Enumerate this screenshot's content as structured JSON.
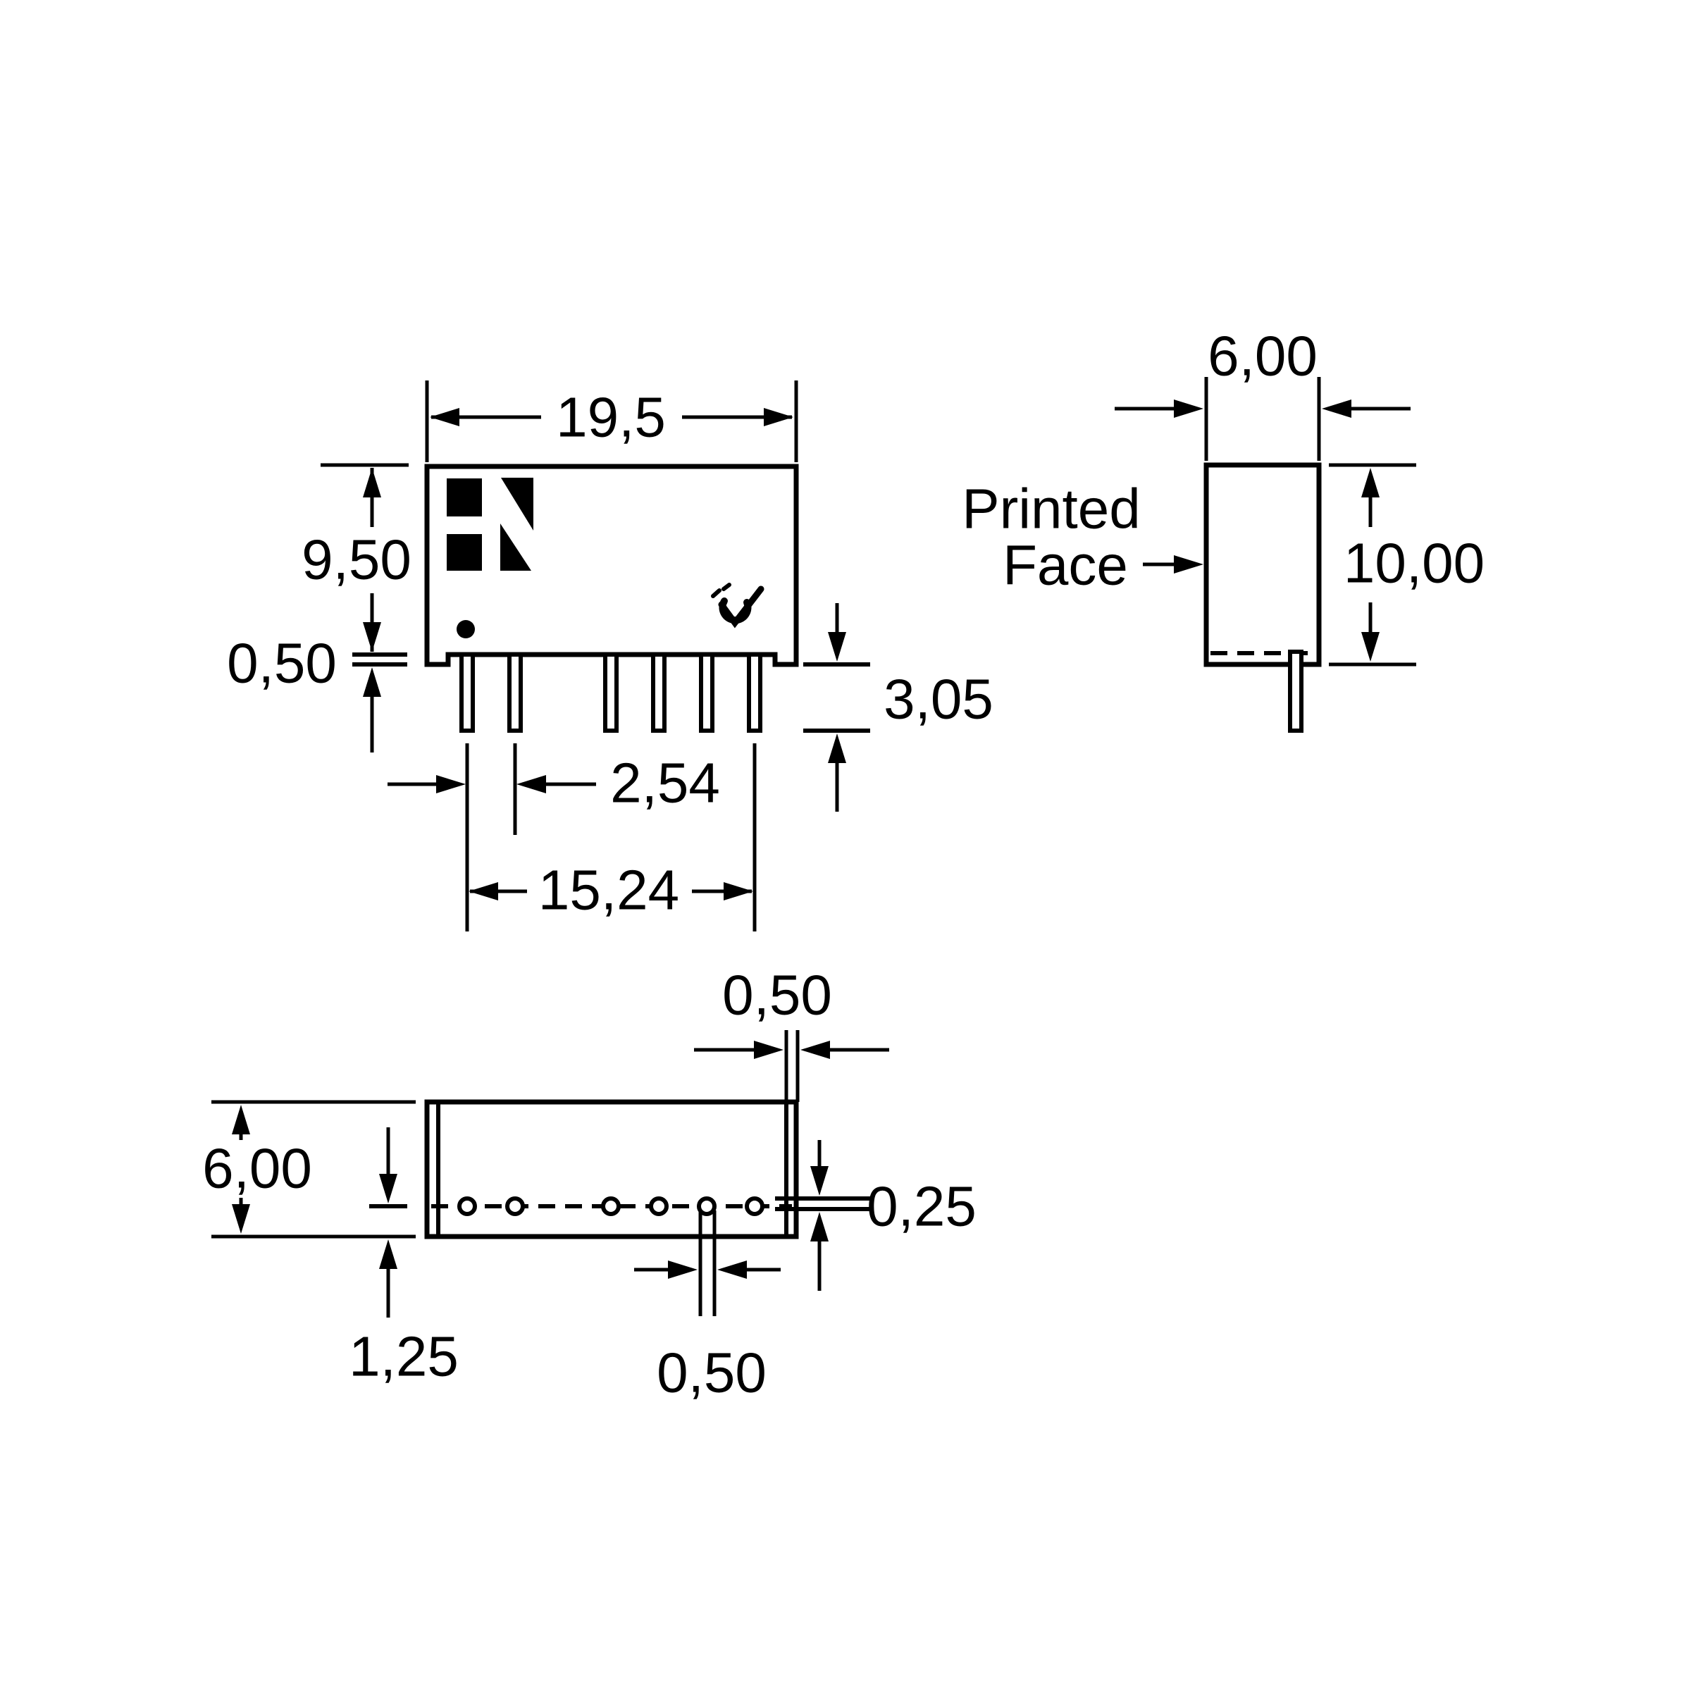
{
  "drawing": {
    "kind": "mechanical-outline-drawing",
    "views": [
      "front",
      "side",
      "bottom"
    ],
    "line_color": "#000000",
    "background_color": "#ffffff"
  },
  "front_view": {
    "dim_body_width": "19,5",
    "dim_body_height": "9,50",
    "dim_standoff_height": "0,50",
    "dim_pin_length": "3,05",
    "dim_pin_pitch": "2,54",
    "dim_pin_span": "15,24",
    "icons": [
      "hn-logo-icon",
      "pin1-marker-icon",
      "certification-mark-icon"
    ],
    "pin_count": 6
  },
  "side_view": {
    "dim_body_depth": "6,00",
    "dim_body_height": "10,00",
    "printed_face_line1": "Printed",
    "printed_face_line2": "Face"
  },
  "bottom_view": {
    "dim_body_depth": "6,00",
    "dim_pin_row_offset": "1,25",
    "dim_wall_thickness": "0,50",
    "dim_pin_thickness": "0,25",
    "dim_pin_hole_width": "0,50",
    "pin_hole_count": 6
  }
}
